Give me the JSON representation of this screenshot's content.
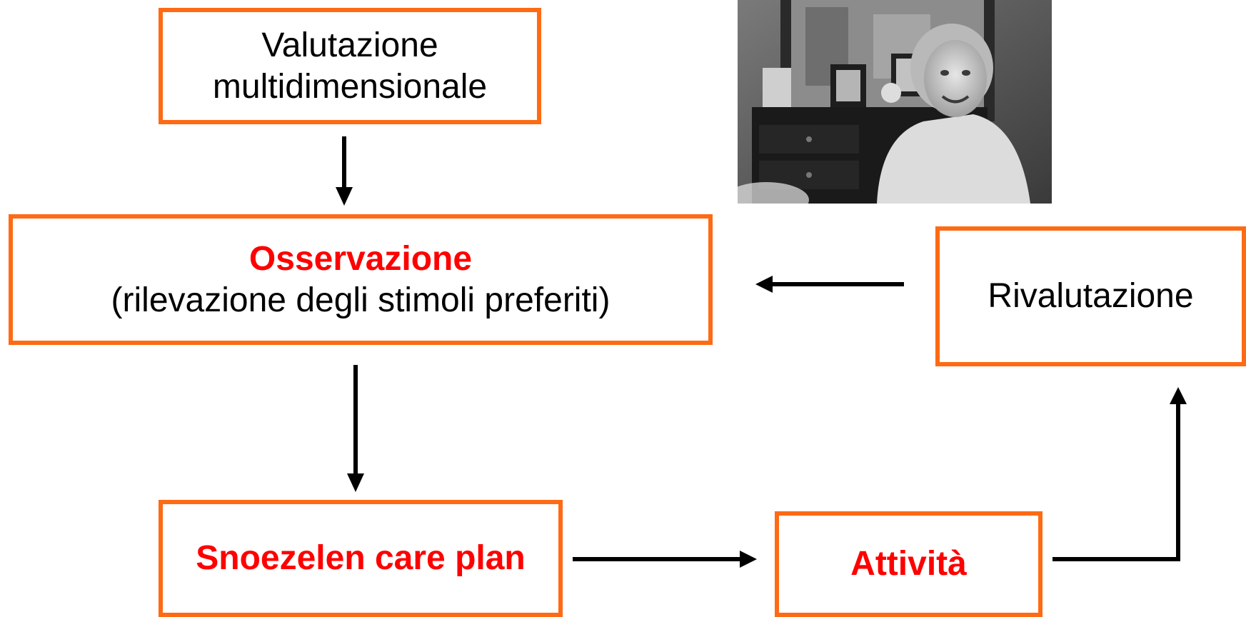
{
  "nodes": {
    "valutazione": {
      "line1": "Valutazione",
      "line2": "multidimensionale"
    },
    "osservazione": {
      "title": "Osservazione",
      "subtitle": "(rilevazione degli stimoli preferiti)"
    },
    "rivalutazione": {
      "label": "Rivalutazione"
    },
    "snoezelen": {
      "label": "Snoezelen care plan"
    },
    "attivita": {
      "label": "Attività"
    }
  },
  "colors": {
    "box_border": "#ff6a14",
    "highlight_text": "#ff0000",
    "arrow": "#000000"
  },
  "photo": {
    "subject": "elderly-woman-smiling-photo",
    "tone": "black-and-white"
  }
}
